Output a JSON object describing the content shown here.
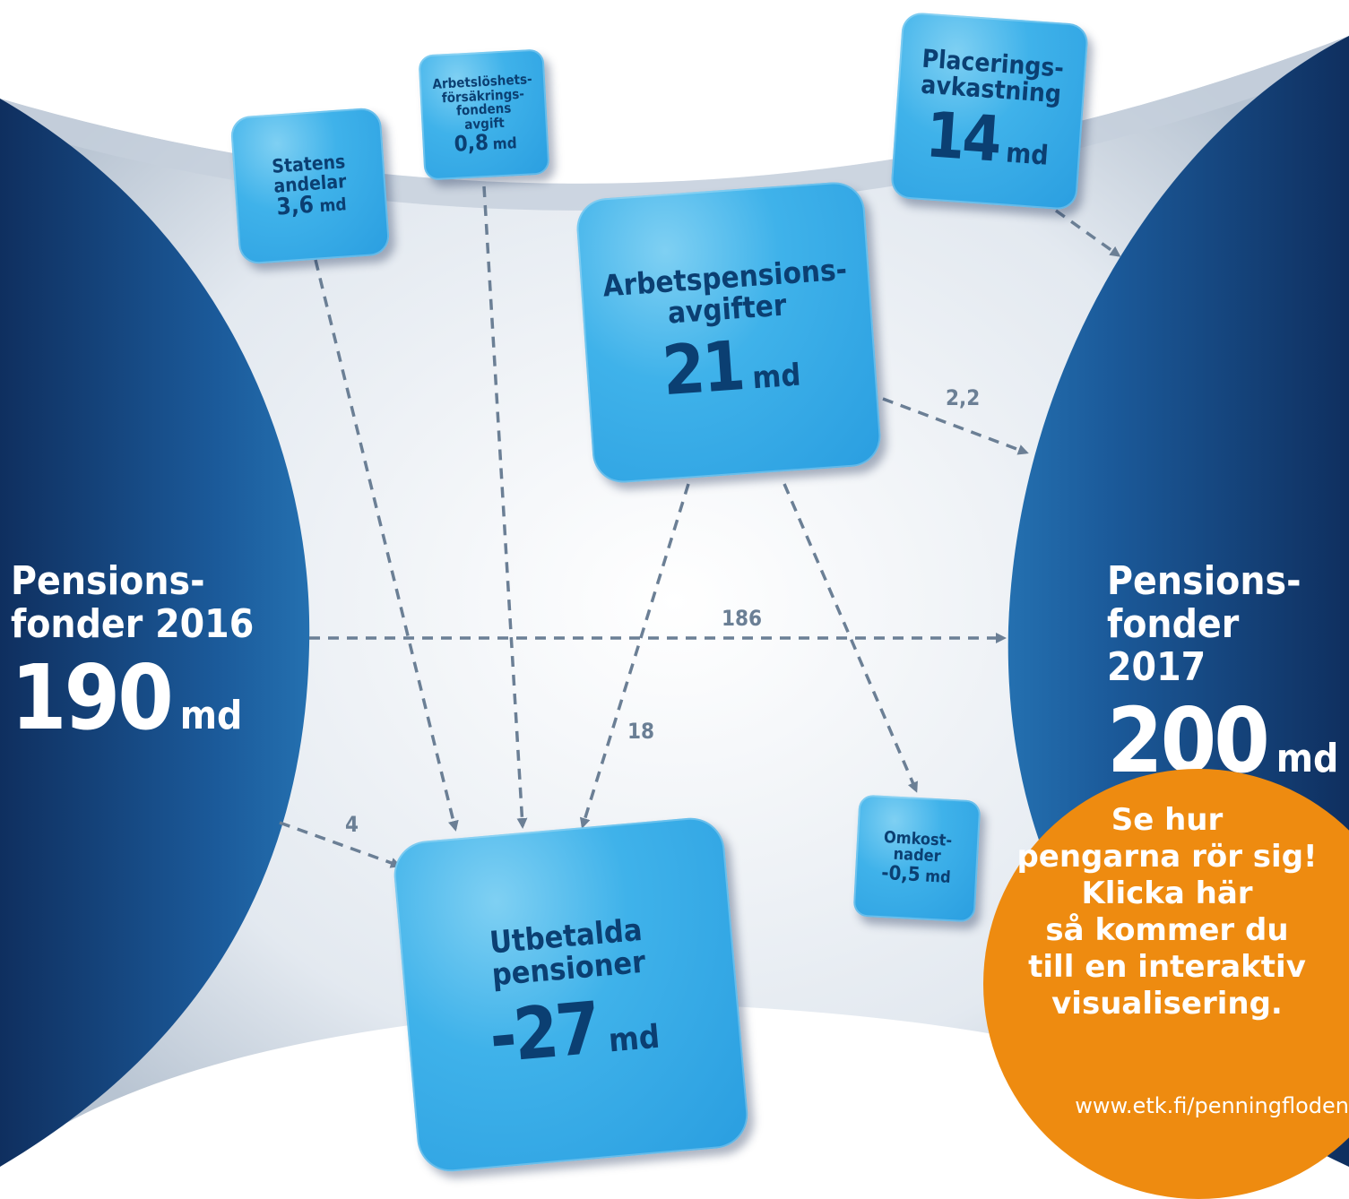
{
  "left": {
    "label_line1": "Pensions-",
    "label_line2": "fonder 2016",
    "value": "190",
    "unit": "md"
  },
  "right": {
    "label_line1": "Pensions-",
    "label_line2": "fonder 2017",
    "value": "200",
    "unit": "md"
  },
  "boxes": {
    "statens": {
      "line1": "Statens",
      "line2": "andelar",
      "value": "3,6",
      "unit": "md"
    },
    "arbetsloshets": {
      "line1": "Arbetslöshets-",
      "line2": "försäkrings-",
      "line3": "fondens",
      "line4": "avgift",
      "value": "0,8",
      "unit": "md"
    },
    "arbetspensions": {
      "line1": "Arbetspensions-",
      "line2": "avgifter",
      "value": "21",
      "unit": "md"
    },
    "placerings": {
      "line1": "Placerings-",
      "line2": "avkastning",
      "value": "14",
      "unit": "md"
    },
    "utbetalda": {
      "line1": "Utbetalda",
      "line2": "pensioner",
      "value": "-27",
      "unit": "md"
    },
    "omkostnader": {
      "line1": "Omkost-",
      "line2": "nader",
      "value": "-0,5",
      "unit": "md"
    }
  },
  "flows": {
    "l186": "186",
    "l22": "2,2",
    "l18": "18",
    "l4": "4"
  },
  "cta": {
    "line1": "Se hur",
    "line2": "pengarna rör sig!",
    "line3": "Klicka här",
    "line4": "så kommer du",
    "line5": "till en interaktiv",
    "line6": "visualisering.",
    "url": "www.etk.fi/penningfloden"
  },
  "colors": {
    "dark_blue": "#0d3a6b",
    "box_blue": "#3fb2ea",
    "box_text": "#0b3f72",
    "arrow": "#6b7f95",
    "cta_orange": "#ee8b10"
  }
}
